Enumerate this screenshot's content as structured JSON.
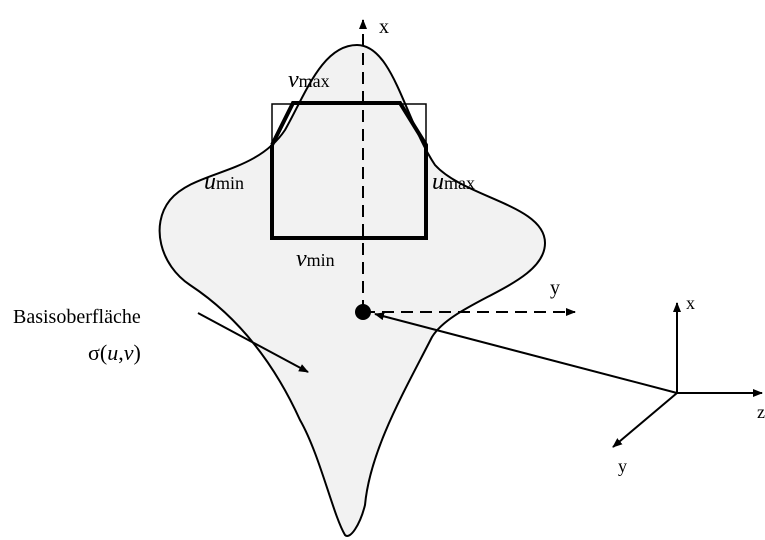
{
  "labels": {
    "v_max_var": "v",
    "v_max_sub": "max",
    "u_min_var": "u",
    "u_min_sub": "min",
    "u_max_var": "u",
    "u_max_sub": "max",
    "v_min_var": "v",
    "v_min_sub": "min",
    "surface_axis_x": "x",
    "surface_axis_y": "y",
    "base_axis_x": "x",
    "base_axis_y": "y",
    "base_axis_z": "z",
    "surface_name": "Basisoberfläche",
    "sigma": "σ(",
    "sigma_u": "u",
    "sigma_comma": ",",
    "sigma_v": "v",
    "sigma_close": ")"
  },
  "colors": {
    "surface_fill": "#f2f2f2",
    "stroke": "#000000"
  }
}
